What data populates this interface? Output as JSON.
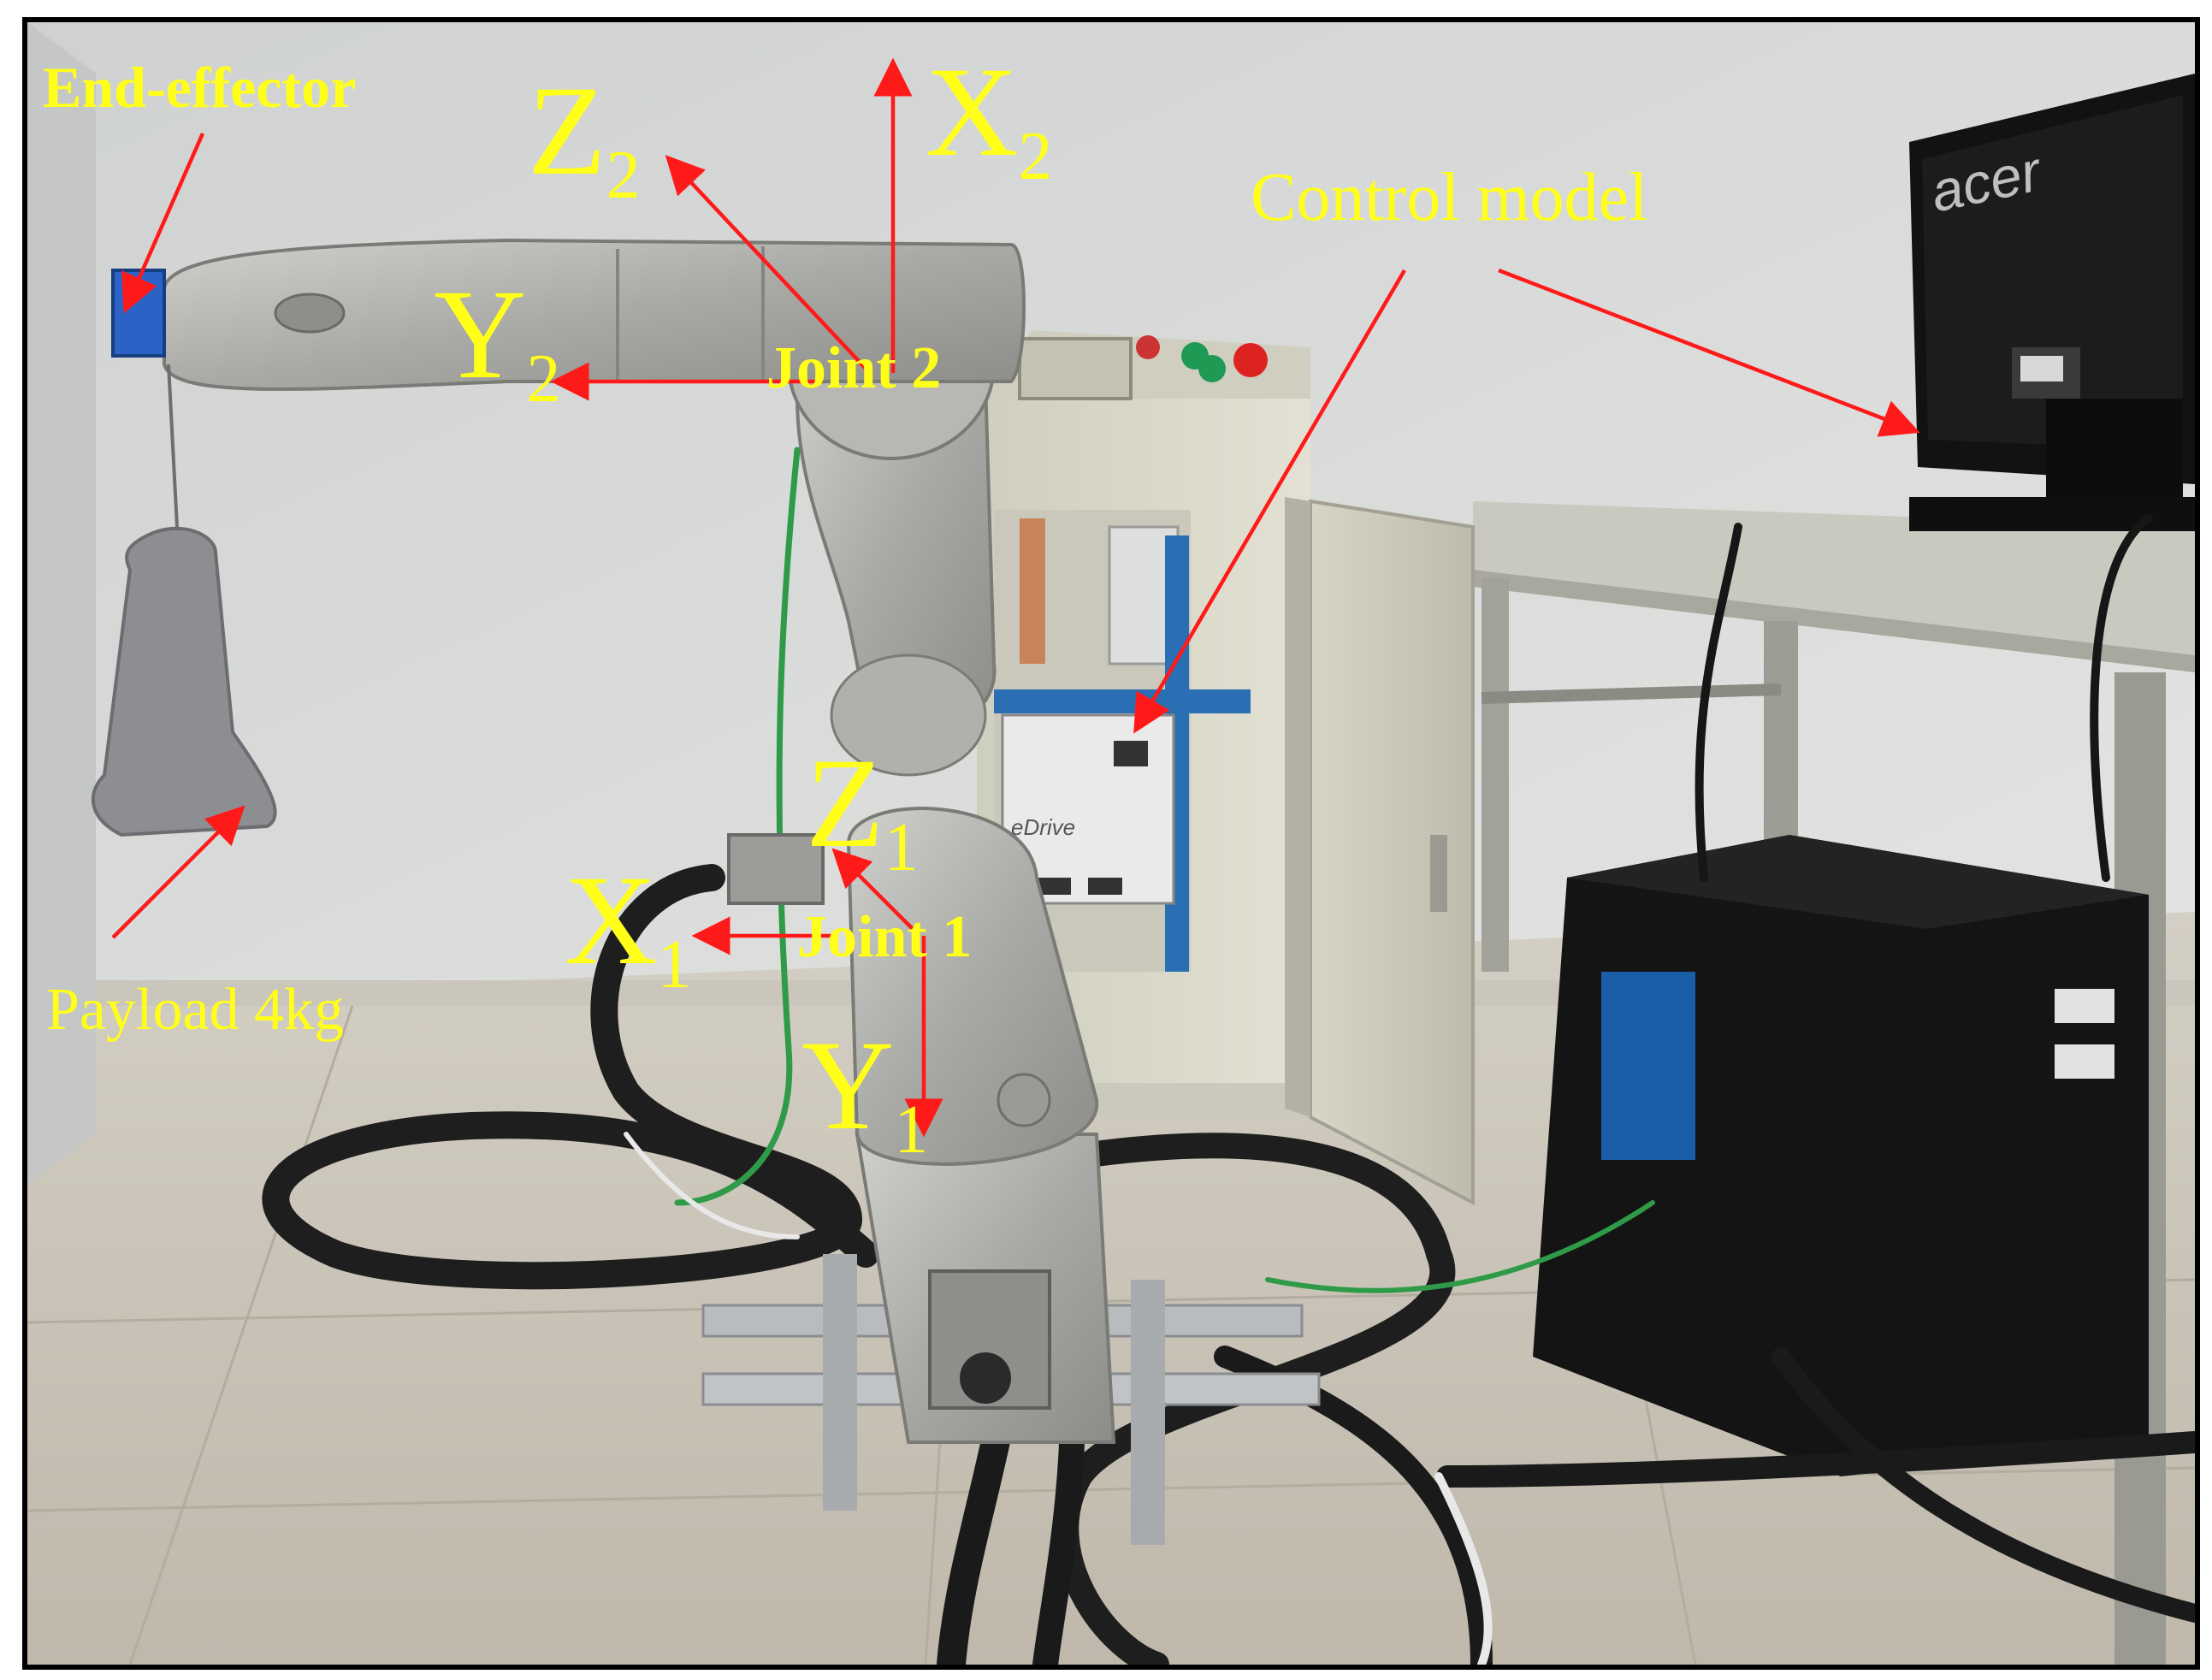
{
  "labels": {
    "end_effector": "End-effector",
    "payload": "Payload 4kg",
    "control_model": "Control model",
    "joint1": "Joint 1",
    "joint2": "Joint 2",
    "z2": {
      "letter": "Z",
      "sub": "2"
    },
    "x2": {
      "letter": "X",
      "sub": "2"
    },
    "y2": {
      "letter": "Y",
      "sub": "2"
    },
    "z1": {
      "letter": "Z",
      "sub": "1"
    },
    "x1": {
      "letter": "X",
      "sub": "1"
    },
    "y1": {
      "letter": "Y",
      "sub": "1"
    },
    "monitor_brand": "acer",
    "drive_brand": "eDrive"
  },
  "colors": {
    "label": "#ffff1a",
    "arrow": "#ff1a1a",
    "wall": "#d9dbd8",
    "floor": "#cfc9bc",
    "robot": "#b8b8b4",
    "cabinet": "#d9d8c8",
    "computer": "#141414"
  }
}
